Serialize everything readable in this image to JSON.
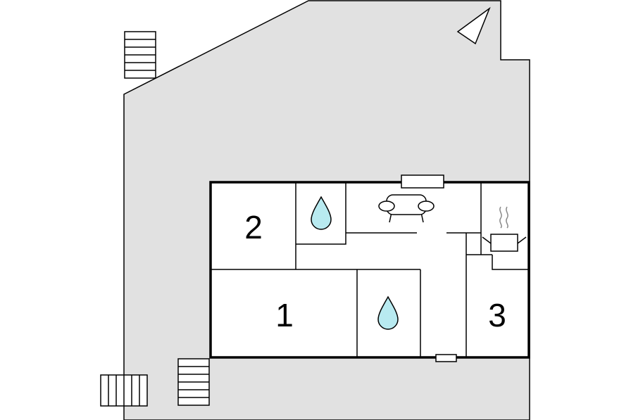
{
  "rooms": [
    {
      "label": "2"
    },
    {
      "label": "1"
    },
    {
      "label": "3"
    }
  ],
  "colors": {
    "terrace": "#e1e1e1",
    "interior": "#ffffff",
    "line": "#000000",
    "water": "#b8eaf0"
  },
  "icons": [
    "north-arrow-icon",
    "stairs-icon",
    "water-drop-icon",
    "sofa-icon",
    "cooking-pot-icon",
    "window-icon"
  ]
}
